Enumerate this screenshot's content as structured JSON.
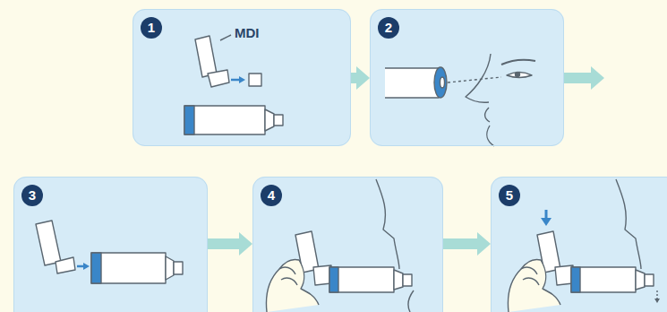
{
  "diagram": {
    "nodes": [
      {
        "text": [
          "1"
        ]
      },
      {
        "text": [
          "2"
        ]
      },
      {
        "text": [
          "3"
        ]
      },
      {
        "text": [
          "4"
        ]
      },
      {
        "text": [
          "5"
        ]
      }
    ],
    "edges": [
      {
        "from": 0,
        "to": 1,
        "arrow": "to"
      },
      {
        "from": 2,
        "to": 3,
        "arrow": "to"
      },
      {
        "from": 3,
        "to": 4,
        "arrow": "to"
      }
    ],
    "labels": [
      "MDI"
    ]
  }
}
